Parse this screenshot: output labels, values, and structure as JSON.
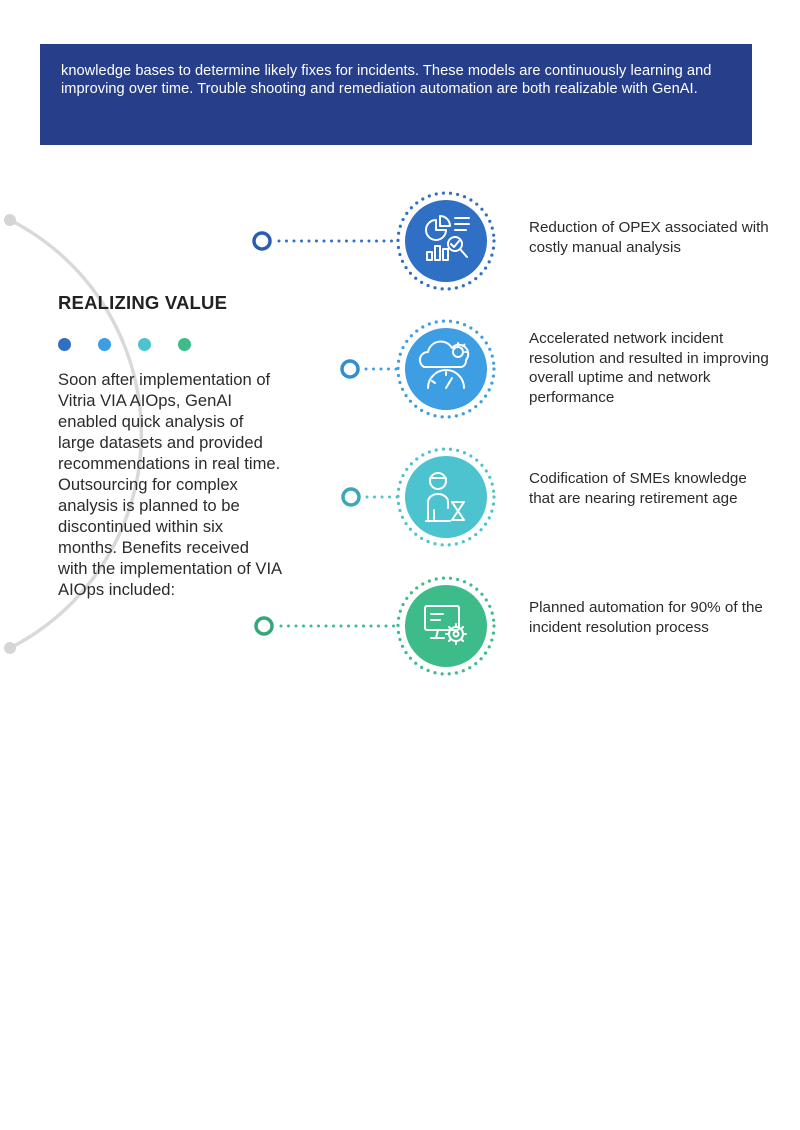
{
  "banner": {
    "text": "knowledge bases to determine likely fixes for incidents.  These models are continuously learning and improving over time.  Trouble shooting and remediation automation are both realizable with GenAI."
  },
  "section": {
    "heading": "REALIZING VALUE",
    "body": "Soon after implementation of Vitria VIA AIOps, GenAI enabled quick analysis of large datasets and provided recommendations in real time.  Outsourcing for complex analysis is planned to be discontinued within six months. Benefits received with the implementation of VIA AIOps included:"
  },
  "benefits": [
    {
      "icon": "analytics-report-icon",
      "color": "#2f6fc4",
      "text": "Reduction of OPEX associated with costly manual analysis"
    },
    {
      "icon": "cloud-gear-gauge-icon",
      "color": "#3d9ee3",
      "text": "Accelerated network incident resolution and resulted in improving overall uptime and network performance"
    },
    {
      "icon": "expert-hourglass-icon",
      "color": "#4cc3cf",
      "text": "Codification of SMEs knowledge that are nearing retirement age"
    },
    {
      "icon": "monitor-gear-icon",
      "color": "#3dbc8a",
      "text": "Planned automation for 90% of the incident resolution process"
    }
  ],
  "colors": {
    "banner": "#273f8a",
    "arc": "#d9d9d9",
    "dots": [
      "#2f6fc4",
      "#3d9ee3",
      "#4cc3cf",
      "#3dbc8a"
    ]
  }
}
